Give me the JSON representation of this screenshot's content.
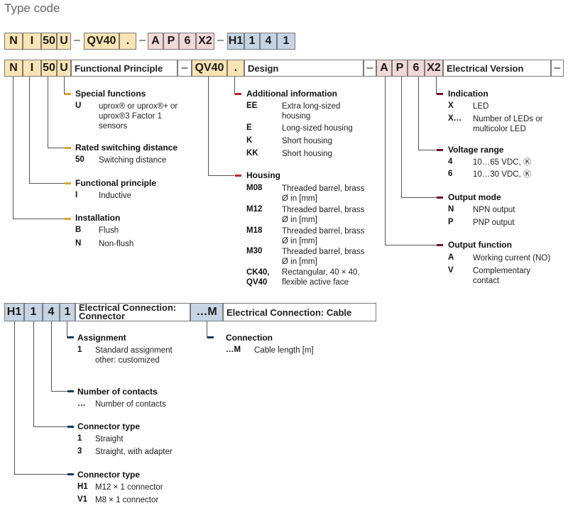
{
  "title": "Type code",
  "top_row": {
    "cells": [
      "N",
      "I",
      "50",
      "U",
      "–",
      "QV40",
      ".",
      "–",
      "A",
      "P",
      "6",
      "X2",
      "–",
      "H1",
      "1",
      "4",
      "1"
    ]
  },
  "row2": {
    "cells": [
      "N",
      "I",
      "50",
      "U"
    ],
    "header1": "Functional Principle",
    "dash1": "–",
    "qv": "QV40",
    "dot": ".",
    "header2": "Design",
    "dash2": "–",
    "cells2": [
      "A",
      "P",
      "6",
      "X2"
    ],
    "header3": "Electrical Version",
    "dash3": "–"
  },
  "left_sections": [
    {
      "title": "Special functions",
      "entries": [
        {
          "code": "U",
          "desc": "uprox® or uprox®+ or uprox®3 Factor 1 sensors"
        }
      ]
    },
    {
      "title": "Rated switching distance",
      "entries": [
        {
          "code": "50",
          "desc": "Switching distance"
        }
      ]
    },
    {
      "title": "Functional principle",
      "entries": [
        {
          "code": "I",
          "desc": "Inductive"
        }
      ]
    },
    {
      "title": "Installation",
      "entries": [
        {
          "code": "B",
          "desc": "Flush"
        },
        {
          "code": "N",
          "desc": "Non-flush"
        }
      ]
    }
  ],
  "mid_sections": [
    {
      "title": "Additional information",
      "entries": [
        {
          "code": "EE",
          "desc": "Extra long-sized housing"
        },
        {
          "code": "E",
          "desc": "Long-sized housing"
        },
        {
          "code": "K",
          "desc": "Short housing"
        },
        {
          "code": "KK",
          "desc": "Short housing"
        }
      ]
    },
    {
      "title": "Housing",
      "entries": [
        {
          "code": "M08",
          "desc": "Threaded barrel, brass Ø in [mm]"
        },
        {
          "code": "M12",
          "desc": "Threaded barrel, brass Ø in [mm]"
        },
        {
          "code": "M18",
          "desc": "Threaded barrel, brass Ø in [mm]"
        },
        {
          "code": "M30",
          "desc": "Threaded barrel, brass Ø in [mm]"
        },
        {
          "code": "CK40, QV40",
          "desc": "Rectangular, 40 × 40, flexible active face"
        }
      ]
    }
  ],
  "right_sections": [
    {
      "title": "Indication",
      "entries": [
        {
          "code": "X",
          "desc": "LED"
        },
        {
          "code": "X…",
          "desc": "Number of LEDs or multicolor LED"
        }
      ]
    },
    {
      "title": "Voltage range",
      "entries": [
        {
          "code": "4",
          "desc": "10…65 VDC, Ⓚ"
        },
        {
          "code": "6",
          "desc": "10…30 VDC, Ⓚ"
        }
      ]
    },
    {
      "title": "Output mode",
      "entries": [
        {
          "code": "N",
          "desc": "NPN output"
        },
        {
          "code": "P",
          "desc": "PNP output"
        }
      ]
    },
    {
      "title": "Output function",
      "entries": [
        {
          "code": "A",
          "desc": "Working current (NO)"
        },
        {
          "code": "V",
          "desc": "Complementary contact"
        }
      ]
    }
  ],
  "row3": {
    "cells": [
      "H1",
      "1",
      "4",
      "1"
    ],
    "header1": "Electrical Connection: Connector",
    "cable_code": "…M",
    "header2": "Electrical Connection: Cable"
  },
  "bottom_sections": [
    {
      "title": "Assignment",
      "entries": [
        {
          "code": "1",
          "desc": "Standard assignment other: customized"
        }
      ]
    },
    {
      "title": "Number of contacts",
      "entries": [
        {
          "code": "…",
          "desc": "Number of contacts"
        }
      ]
    },
    {
      "title": "Connector type",
      "entries": [
        {
          "code": "1",
          "desc": "Straight"
        },
        {
          "code": "3",
          "desc": "Straight, with adapter"
        }
      ]
    },
    {
      "title": "Connector type",
      "entries": [
        {
          "code": "H1",
          "desc": "M12 × 1 connector"
        },
        {
          "code": "V1",
          "desc": "M8 × 1 connector"
        }
      ]
    }
  ],
  "cable_sections": [
    {
      "title": "Connection",
      "entries": [
        {
          "code": "…M",
          "desc": "Cable length [m]"
        }
      ]
    }
  ]
}
